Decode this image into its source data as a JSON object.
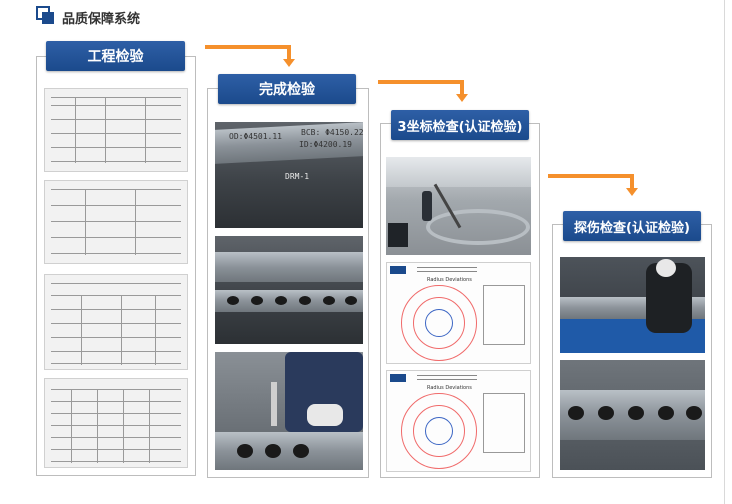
{
  "page_title": "品质保障系统",
  "columns": [
    {
      "label": "工程检验"
    },
    {
      "label": "完成检验"
    },
    {
      "label": "3坐标检查(认证检验)"
    },
    {
      "label": "探伤检查(认证检验)"
    }
  ],
  "photo_text": {
    "mark1": "OD:Φ4501.11",
    "mark2": "BCB: Φ4150.22",
    "mark3": "ID:Φ4200.19",
    "mark4": "DRM-1",
    "chart_title": "Radius Deviations"
  },
  "colors": {
    "header_blue": "#1b4a8c",
    "arrow_orange": "#f5902c"
  }
}
